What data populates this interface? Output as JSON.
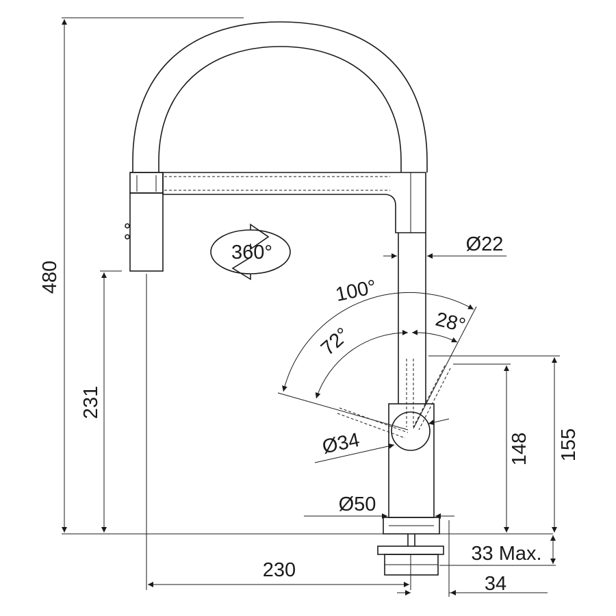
{
  "drawing": {
    "dim_height_total": "480",
    "dim_spout_height": "231",
    "dim_reach": "230",
    "dim_body_height_148": "148",
    "dim_body_height_155": "155",
    "dim_deck_thickness": "33 Max.",
    "dim_hole": "34",
    "dim_dia_22": "Ø22",
    "dim_dia_34": "Ø34",
    "dim_dia_50": "Ø50",
    "angle_100": "100°",
    "angle_72": "72°",
    "angle_28": "28°",
    "rotation": "360°"
  }
}
